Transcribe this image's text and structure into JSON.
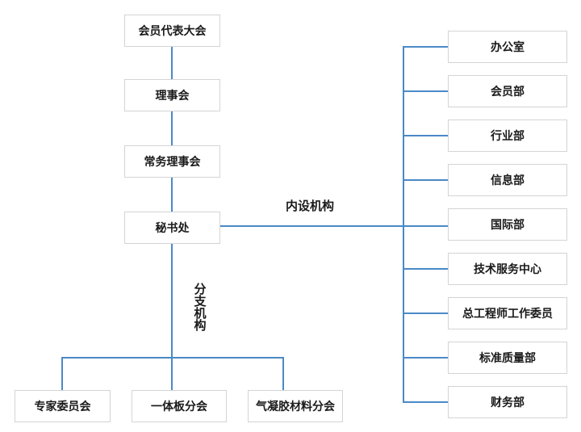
{
  "diagram": {
    "type": "org-chart",
    "colors": {
      "connector": "#4a89c7",
      "box_border": "#d4d4d4",
      "box_background": "#ffffff",
      "text": "#1a1a1a"
    },
    "main_chain": [
      "会员代表大会",
      "理事会",
      "常务理事会",
      "秘书处"
    ],
    "labels": {
      "internal_departments_group": "内设机构",
      "branch_organizations_group": "分支机构"
    },
    "internal_departments": [
      "办公室",
      "会员部",
      "行业部",
      "信息部",
      "国际部",
      "技术服务中心",
      "总工程师工作委员",
      "标准质量部",
      "财务部"
    ],
    "branch_organizations": [
      "专家委员会",
      "一体板分会",
      "气凝胶材料分会"
    ]
  }
}
